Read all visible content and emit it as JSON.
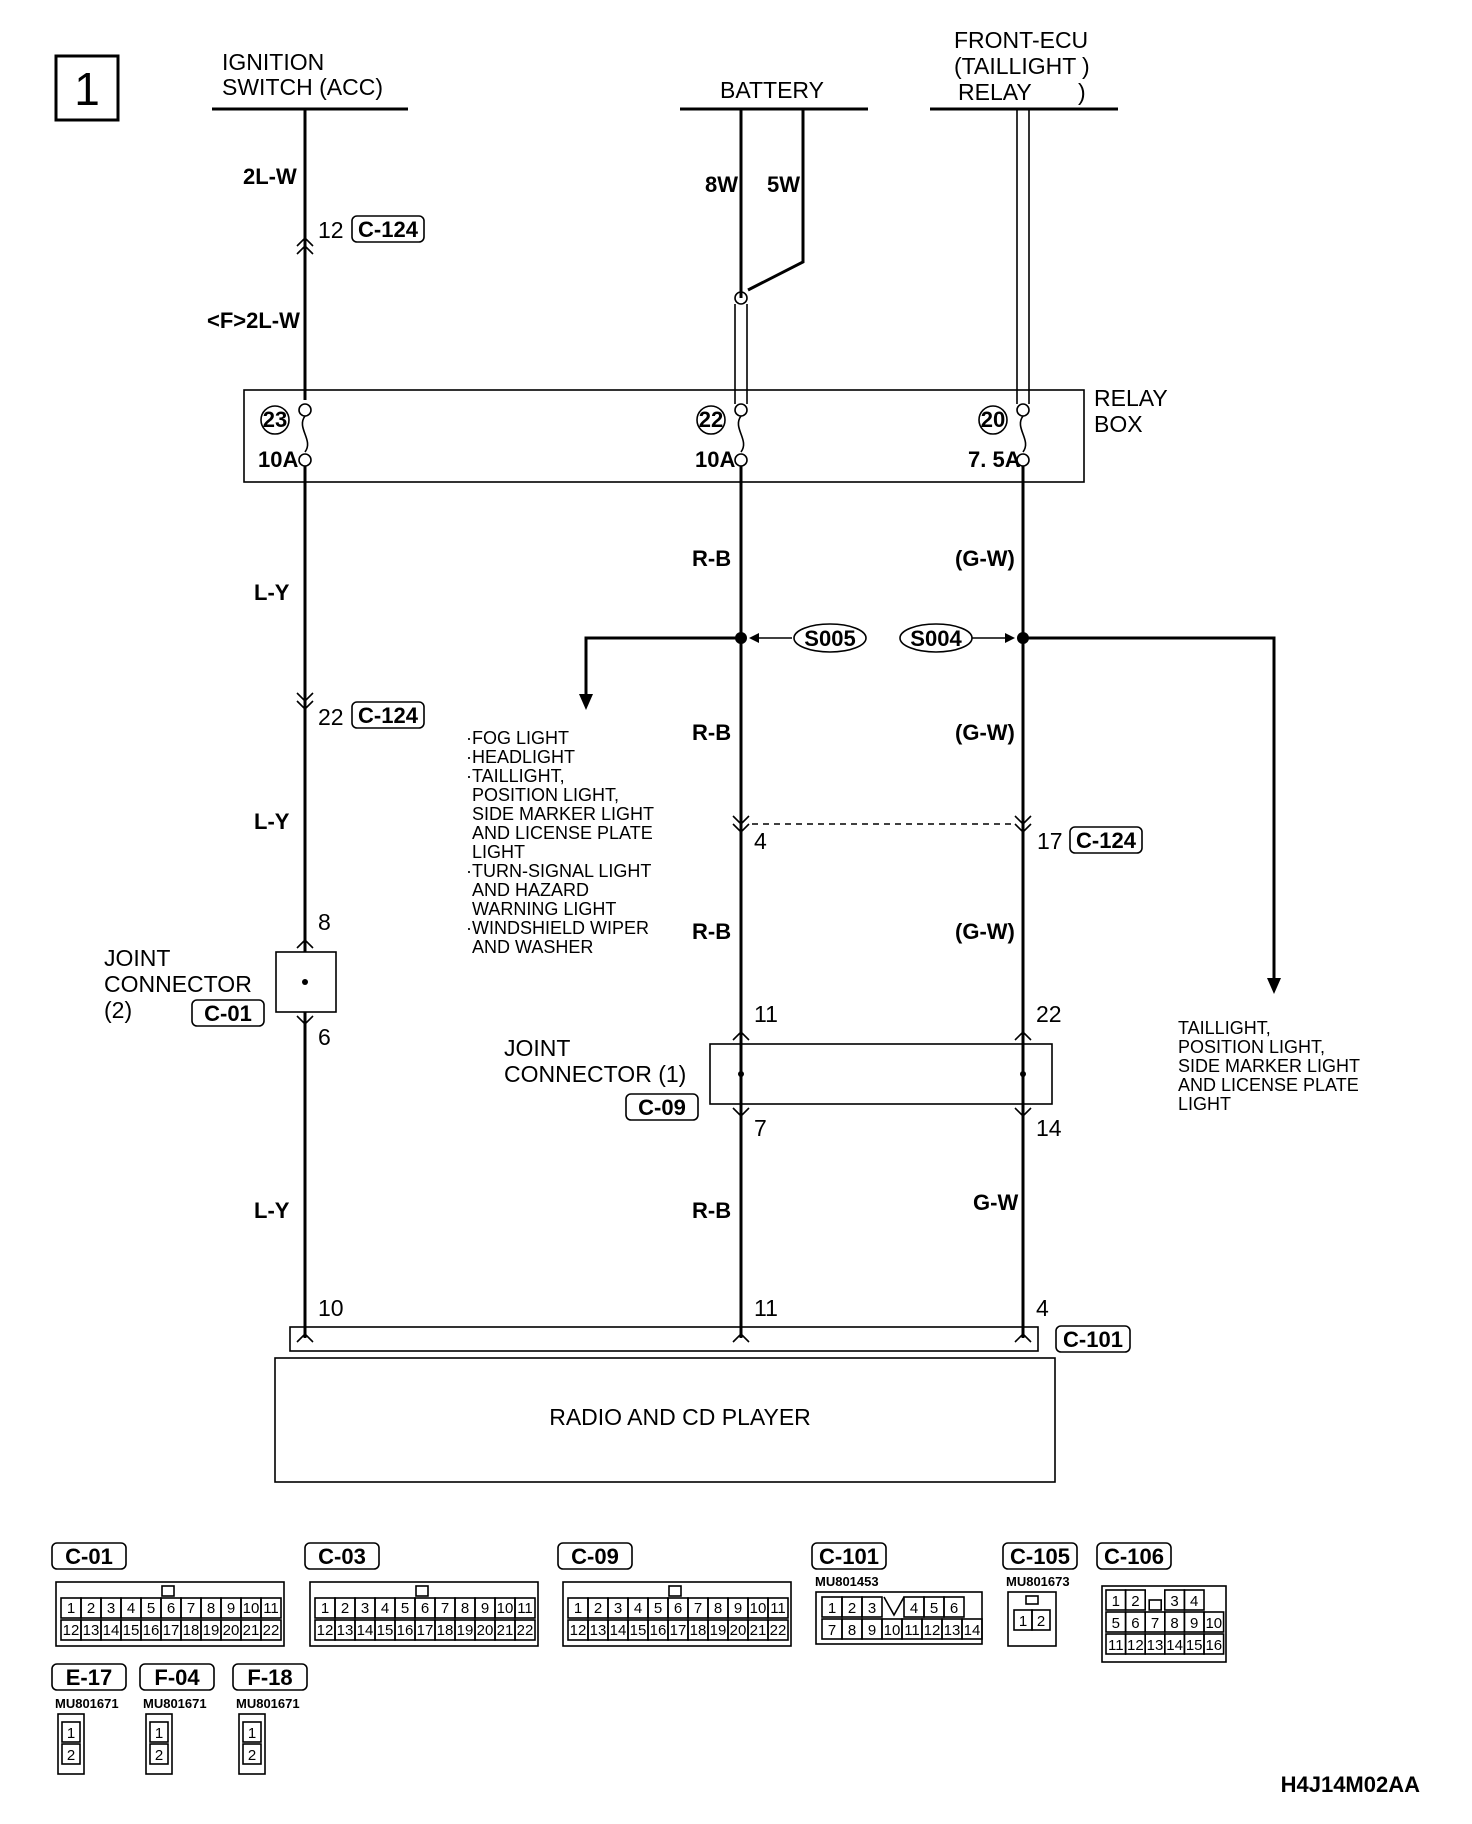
{
  "diagram_number": "1",
  "sources": {
    "ignition": [
      "IGNITION",
      "SWITCH (ACC)"
    ],
    "battery": "BATTERY",
    "front_ecu": [
      "FRONT-ECU",
      "(TAILLIGHT",
      "RELAY"
    ]
  },
  "wires": {
    "w_2lw": "2L-W",
    "w_f2lw": "<F>2L-W",
    "w_8w": "8W",
    "w_5w": "5W",
    "w_ly1": "L-Y",
    "w_ly2": "L-Y",
    "w_ly3": "L-Y",
    "w_rb1": "R-B",
    "w_rb2": "R-B",
    "w_rb3": "R-B",
    "w_rb4": "R-B",
    "w_gw1": "(G-W)",
    "w_gw2": "(G-W)",
    "w_gw3": "(G-W)",
    "w_gw4": "G-W"
  },
  "connectors": {
    "c124": "C-124",
    "c01": "C-01",
    "c09": "C-09",
    "c101": "C-101"
  },
  "pins": {
    "p12": "12",
    "p22a": "22",
    "p4a": "4",
    "p17": "17",
    "p8": "8",
    "p6": "6",
    "p11a": "11",
    "p22b": "22",
    "p7": "7",
    "p14": "14",
    "p10": "10",
    "p11b": "11",
    "p4b": "4"
  },
  "relay_box": {
    "label": [
      "RELAY",
      "BOX"
    ],
    "fuses": [
      {
        "no": "23",
        "rating": "10A"
      },
      {
        "no": "22",
        "rating": "10A"
      },
      {
        "no": "20",
        "rating": "7. 5A"
      }
    ]
  },
  "splices": {
    "s005": "S005",
    "s004": "S004"
  },
  "fog_list": [
    "·FOG LIGHT",
    "·HEADLIGHT",
    "·TAILLIGHT,",
    " POSITION LIGHT,",
    " SIDE MARKER LIGHT",
    " AND LICENSE PLATE",
    " LIGHT",
    "·TURN-SIGNAL LIGHT",
    " AND HAZARD",
    " WARNING LIGHT",
    "·WINDSHIELD WIPER",
    " AND WASHER"
  ],
  "tail_list": [
    "TAILLIGHT,",
    "POSITION LIGHT,",
    "SIDE MARKER LIGHT",
    "AND LICENSE PLATE",
    "LIGHT"
  ],
  "joint2": [
    "JOINT",
    "CONNECTOR",
    "(2)"
  ],
  "joint1": [
    "JOINT",
    "CONNECTOR (1)"
  ],
  "radio": "RADIO AND CD PLAYER",
  "connector_views": {
    "c01": {
      "name": "C-01",
      "row1": [
        "1",
        "2",
        "3",
        "4",
        "5",
        "6",
        "7",
        "8",
        "9",
        "10",
        "11"
      ],
      "row2": [
        "12",
        "13",
        "14",
        "15",
        "16",
        "17",
        "18",
        "19",
        "20",
        "21",
        "22"
      ]
    },
    "c03": {
      "name": "C-03",
      "row1": [
        "1",
        "2",
        "3",
        "4",
        "5",
        "6",
        "7",
        "8",
        "9",
        "10",
        "11"
      ],
      "row2": [
        "12",
        "13",
        "14",
        "15",
        "16",
        "17",
        "18",
        "19",
        "20",
        "21",
        "22"
      ]
    },
    "c09": {
      "name": "C-09",
      "row1": [
        "1",
        "2",
        "3",
        "4",
        "5",
        "6",
        "7",
        "8",
        "9",
        "10",
        "11"
      ],
      "row2": [
        "12",
        "13",
        "14",
        "15",
        "16",
        "17",
        "18",
        "19",
        "20",
        "21",
        "22"
      ]
    },
    "c101": {
      "name": "C-101",
      "part": "MU801453",
      "row1": [
        "1",
        "2",
        "3",
        "",
        "4",
        "5",
        "6"
      ],
      "row2": [
        "7",
        "8",
        "9",
        "10",
        "11",
        "12",
        "13",
        "14"
      ]
    },
    "c105": {
      "name": "C-105",
      "part": "MU801673",
      "row1": [
        "1",
        "2"
      ]
    },
    "c106": {
      "name": "C-106",
      "row1": [
        "1",
        "2",
        "",
        "3",
        "4"
      ],
      "row2": [
        "5",
        "6",
        "7",
        "8",
        "9",
        "10"
      ],
      "row3": [
        "11",
        "12",
        "13",
        "14",
        "15",
        "16"
      ]
    },
    "e17": {
      "name": "E-17",
      "part": "MU801671",
      "pins": [
        "1",
        "2"
      ]
    },
    "f04": {
      "name": "F-04",
      "part": "MU801671",
      "pins": [
        "1",
        "2"
      ]
    },
    "f18": {
      "name": "F-18",
      "part": "MU801671",
      "pins": [
        "1",
        "2"
      ]
    }
  },
  "figure_code": "H4J14M02AA"
}
